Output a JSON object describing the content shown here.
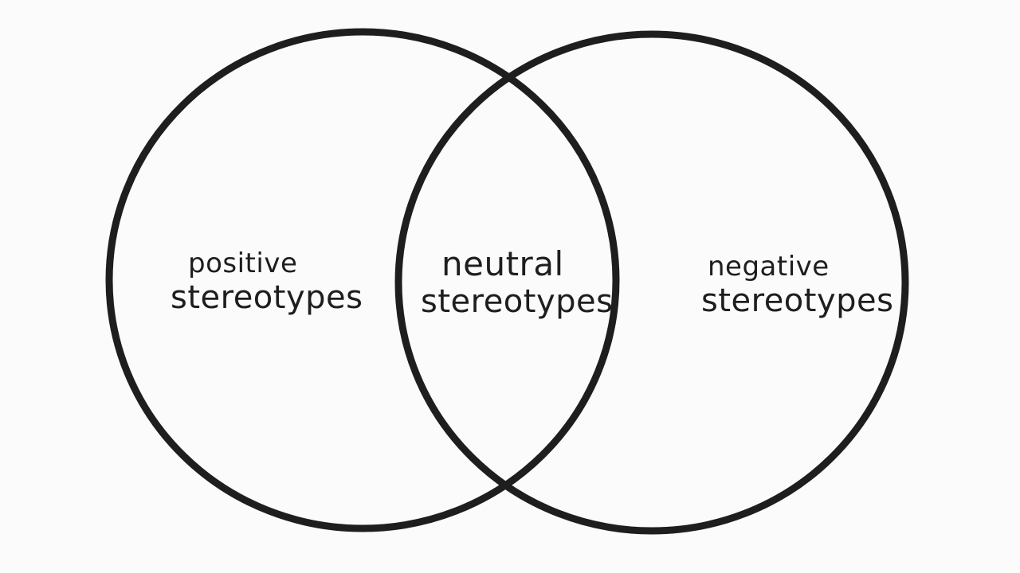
{
  "diagram": {
    "type": "venn",
    "sets": [
      {
        "id": "left",
        "lines": [
          "positive",
          "stereotypes"
        ]
      },
      {
        "id": "overlap",
        "lines": [
          "neutral",
          "stereotypes"
        ]
      },
      {
        "id": "right",
        "lines": [
          "negative",
          "stereotypes"
        ]
      }
    ]
  },
  "colors": {
    "background": "#fbfbfb",
    "stroke": "#1e1e1e"
  }
}
